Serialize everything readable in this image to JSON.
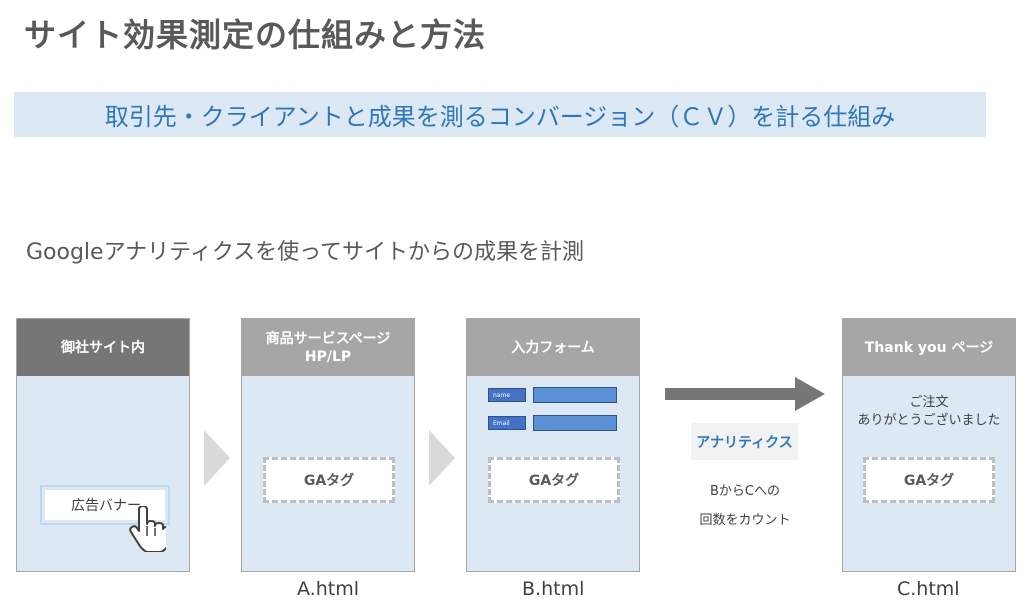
{
  "title": "サイト効果測定の仕組みと方法",
  "banner": "取引先・クライアントと成果を測るコンバージョン（ＣＶ）を計る仕組み",
  "subtitle": "Googleアナリティクスを使ってサイトからの成果を計測",
  "panels": {
    "site": {
      "header": "御社サイト内",
      "ad_banner": "広告バナー"
    },
    "service": {
      "header": "商品サービスページ\nHP/LP",
      "ga_tag": "GAタグ",
      "filename": "A.html"
    },
    "form": {
      "header": "入力フォーム",
      "name_label": "name",
      "email_label": "Email",
      "ga_tag": "GAタグ",
      "filename": "B.html"
    },
    "thanks": {
      "header": "Thank you ページ",
      "message": "ご注文\nありがとうございました",
      "ga_tag": "GAタグ",
      "filename": "C.html"
    }
  },
  "analytics": {
    "label": "アナリティクス",
    "line1": "BからCへの",
    "line2": "回数をカウント"
  },
  "colors": {
    "banner_bg": "#dce9f5",
    "accent_blue": "#2f77b8",
    "panel_bg": "#dce8f4",
    "header_dark": "#767676",
    "header_light": "#a6a6a6"
  }
}
